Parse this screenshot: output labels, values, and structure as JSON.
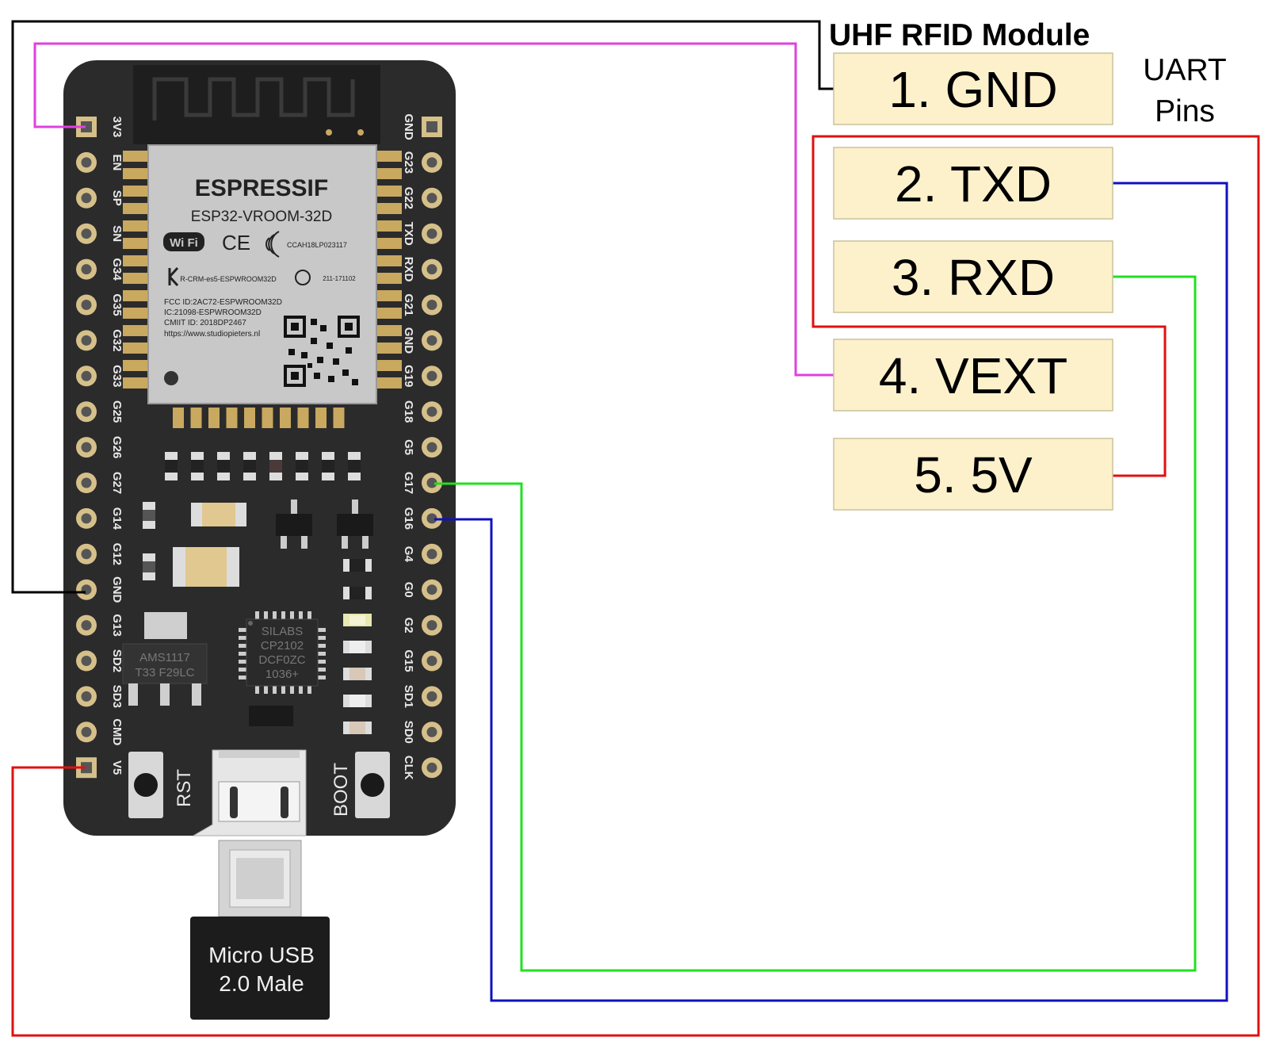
{
  "module": {
    "title": "UHF RFID Module",
    "uart_note_line1": "UART",
    "uart_note_line2": "Pins",
    "pins": [
      {
        "label": "1. GND"
      },
      {
        "label": "2. TXD"
      },
      {
        "label": "3. RXD"
      },
      {
        "label": "4. VEXT"
      },
      {
        "label": "5. 5V"
      }
    ],
    "box_fill": "#fdf1cc",
    "box_stroke": "#c9c29a"
  },
  "board": {
    "left_pins": [
      "3V3",
      "EN",
      "SP",
      "SN",
      "G34",
      "G35",
      "G32",
      "G33",
      "G25",
      "G26",
      "G27",
      "G14",
      "G12",
      "GND",
      "G13",
      "SD2",
      "SD3",
      "CMD",
      "V5"
    ],
    "right_pins": [
      "GND",
      "G23",
      "G22",
      "TXD",
      "RXD",
      "G21",
      "GND",
      "G19",
      "G18",
      "G5",
      "G17",
      "G16",
      "G4",
      "G0",
      "G2",
      "G15",
      "SD1",
      "SD0",
      "CLK"
    ],
    "module_brand": "ESPRESSIF",
    "module_model": "ESP32-VROOM-32D",
    "module_cert_id": "CCAH18LP023117",
    "module_kc": "R-CRM-es5-ESPWROOM32D",
    "module_telec": "211-171102",
    "module_fcc": "FCC ID:2AC72-ESPWROOM32D",
    "module_ic": "IC:21098-ESPWROOM32D",
    "module_cmiit": "CMIIT ID: 2018DP2467",
    "module_url": "https://www.studiopieters.nl",
    "wifi_logo": "Wi Fi",
    "ce_mark": "CE",
    "regulator_line1": "AMS1117",
    "regulator_line2": "T33 F29LC",
    "usb_chip_line1": "SILABS",
    "usb_chip_line2": "CP2102",
    "usb_chip_line3": "DCF0ZC",
    "usb_chip_line4": "1036+",
    "rst_label": "RST",
    "boot_label": "BOOT"
  },
  "usb_plug": {
    "line1": "Micro USB",
    "line2": "2.0 Male"
  },
  "wires": [
    {
      "from": "GND",
      "to": "1. GND",
      "color": "#000000"
    },
    {
      "from": "3V3",
      "to": "4. VEXT",
      "color": "#e040e0"
    },
    {
      "from": "V5",
      "to": "5. 5V",
      "color": "#e01010"
    },
    {
      "from": "G17",
      "to": "3. RXD",
      "color": "#20e020"
    },
    {
      "from": "G16",
      "to": "2. TXD",
      "color": "#1010c0"
    }
  ],
  "colors": {
    "board": "#2b2b2b",
    "module_can": "#c8c8c8",
    "gold": "#c9a860"
  }
}
